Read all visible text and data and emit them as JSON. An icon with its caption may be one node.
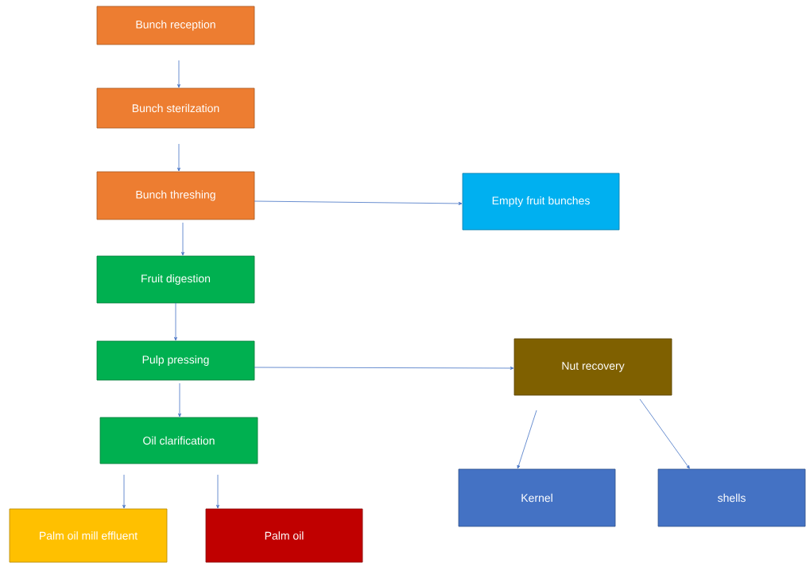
{
  "diagram": {
    "nodes": [
      {
        "text": [
          "Bunch reception"
        ]
      },
      {
        "text": [
          "Bunch sterilzation"
        ]
      },
      {
        "text": [
          "Bunch threshing"
        ]
      },
      {
        "text": [
          "Empty fruit bunches"
        ]
      },
      {
        "text": [
          "Fruit digestion"
        ]
      },
      {
        "text": [
          "Pulp pressing"
        ]
      },
      {
        "text": [
          "Nut recovery"
        ]
      },
      {
        "text": [
          "Oil clarification"
        ]
      },
      {
        "text": [
          "Palm oil mill effluent"
        ]
      },
      {
        "text": [
          "Palm oil"
        ]
      },
      {
        "text": [
          "Kernel"
        ]
      },
      {
        "text": [
          "shells"
        ]
      }
    ],
    "edges": [
      {
        "from": 0,
        "to": 1,
        "arrow": "to"
      },
      {
        "from": 1,
        "to": 2,
        "arrow": "to"
      },
      {
        "from": 2,
        "to": 3,
        "arrow": "to"
      },
      {
        "from": 2,
        "to": 4,
        "arrow": "to"
      },
      {
        "from": 4,
        "to": 5,
        "arrow": "to"
      },
      {
        "from": 5,
        "to": 6,
        "arrow": "to"
      },
      {
        "from": 5,
        "to": 7,
        "arrow": "to"
      },
      {
        "from": 7,
        "to": 8,
        "arrow": "to"
      },
      {
        "from": 7,
        "to": 9,
        "arrow": "to"
      },
      {
        "from": 6,
        "to": 10,
        "arrow": "to"
      },
      {
        "from": 6,
        "to": 11,
        "arrow": "to"
      }
    ]
  }
}
